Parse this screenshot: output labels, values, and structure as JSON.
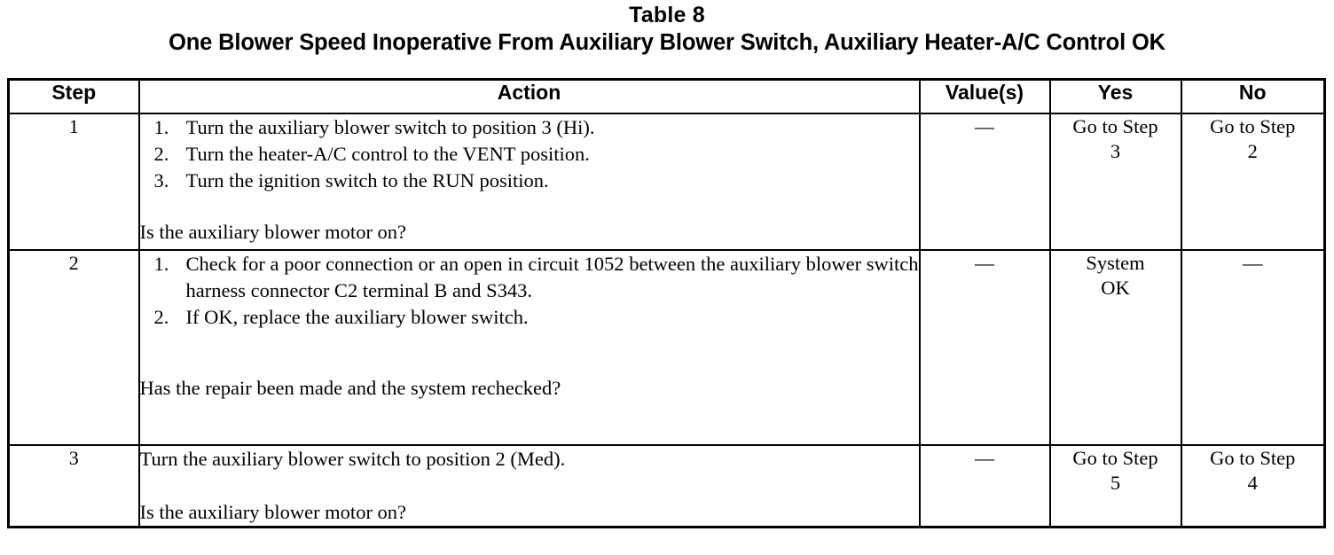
{
  "document": {
    "title_line_1": "Table 8",
    "title_line_2": "One Blower Speed Inoperative From Auxiliary Blower Switch, Auxiliary Heater-A/C Control OK"
  },
  "table": {
    "headers": {
      "step": "Step",
      "action": "Action",
      "value": "Value(s)",
      "yes": "Yes",
      "no": "No"
    },
    "rows": [
      {
        "step": "1",
        "action": {
          "items": [
            {
              "num": "1.",
              "text": "Turn the auxiliary blower switch to position 3 (Hi)."
            },
            {
              "num": "2.",
              "text": "Turn the heater-A/C control to the VENT position."
            },
            {
              "num": "3.",
              "text": "Turn the ignition switch to the RUN position."
            }
          ],
          "question": "Is the auxiliary blower motor on?"
        },
        "value": "—",
        "yes_line_1": "Go to Step",
        "yes_line_2": "3",
        "no_line_1": "Go to Step",
        "no_line_2": "2"
      },
      {
        "step": "2",
        "action": {
          "items": [
            {
              "num": "1.",
              "text": "Check for a poor connection or an open in circuit 1052 between the auxiliary blower switch harness connector C2 terminal B and S343."
            },
            {
              "num": "2.",
              "text": "If OK, replace the auxiliary blower switch."
            }
          ],
          "question": "Has the repair been made and the system rechecked?"
        },
        "value": "—",
        "yes_line_1": "System",
        "yes_line_2": "OK",
        "no_line_1": "—",
        "no_line_2": ""
      },
      {
        "step": "3",
        "action": {
          "plain": "Turn the auxiliary blower switch to position 2 (Med).",
          "question": "Is the auxiliary blower motor on?"
        },
        "value": "—",
        "yes_line_1": "Go to Step",
        "yes_line_2": "5",
        "no_line_1": "Go to Step",
        "no_line_2": "4"
      }
    ]
  },
  "colors": {
    "ink": "#000000",
    "paper": "#ffffff"
  }
}
